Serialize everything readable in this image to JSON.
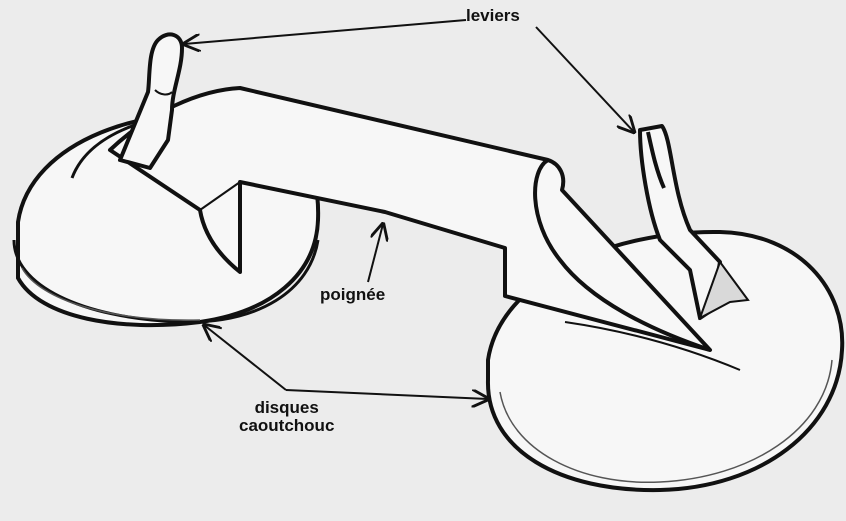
{
  "labels": {
    "levers": "leviers",
    "handle": "poignée",
    "discs_line1": "disques",
    "discs_line2": "caoutchouc"
  },
  "colors": {
    "background": "#ececec",
    "ink": "#111111",
    "part_fill": "#f7f7f7",
    "shadow_fill": "#d9d9d9"
  }
}
